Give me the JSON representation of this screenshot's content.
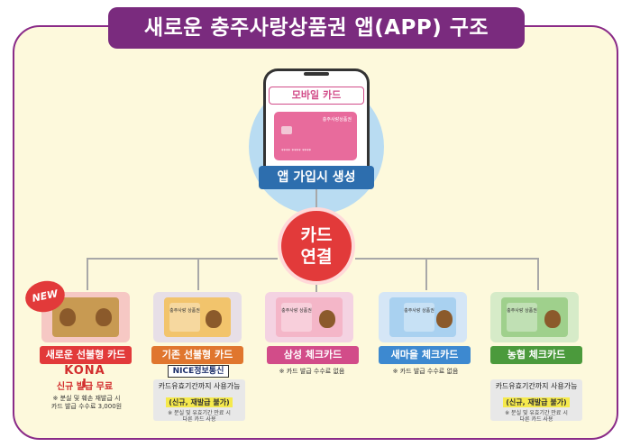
{
  "title": "새로운 충주사랑상품권 앱(APP) 구조",
  "mobile_card": {
    "label": "모바일 카드",
    "brand": "충주사랑상품권",
    "number": "**** **** ****"
  },
  "signup": "앱 가입시 생성",
  "connect": {
    "line1": "카드",
    "line2": "연결"
  },
  "cards": [
    {
      "label": "새로운 선불형 카드",
      "color": "#e23a3a",
      "badge": "NEW",
      "company": "KONA I",
      "issue": "신규 발급 무료",
      "note1": "※ 분실 및 훼손 재발급 시",
      "note2": "카드 발급 수수료 3,000원"
    },
    {
      "label": "기존 선불형 카드",
      "color": "#e0762e",
      "company": "NICE정보통신",
      "card_text": "충주사랑 상품권",
      "info1": "카드유효기간까지 사용가능",
      "info2": "(신규, 재발급 불가)",
      "info3a": "※ 분실 및 유효기간 만료 시",
      "info3b": "다른 카드 사용"
    },
    {
      "label": "삼성 체크카드",
      "color": "#d24c89",
      "card_text": "충주사랑 상품권",
      "note": "※ 카드 발급 수수료 없음"
    },
    {
      "label": "새마을 체크카드",
      "color": "#3d89d0",
      "card_text": "충주사랑 상품권",
      "note": "※ 카드 발급 수수료 없음"
    },
    {
      "label": "농협 체크카드",
      "color": "#4b9a3c",
      "card_text": "충주사랑 상품권",
      "info1": "카드유효기간까지 사용가능",
      "info2": "(신규, 재발급 불가)",
      "info3a": "※ 분실 및 유효기간 만료 시",
      "info3b": "다른 카드 사용"
    }
  ]
}
